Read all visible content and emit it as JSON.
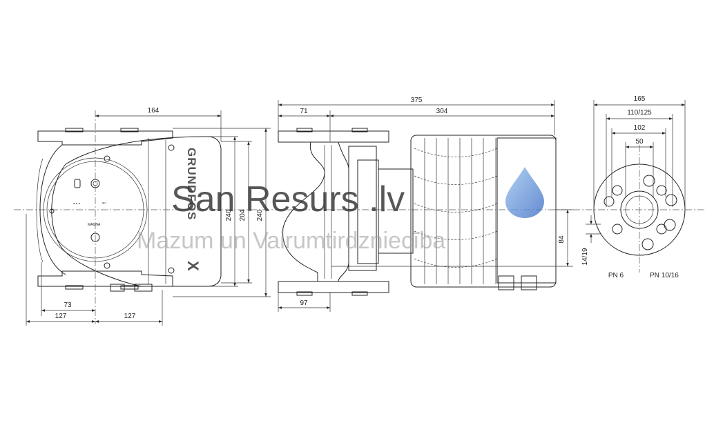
{
  "drawing": {
    "front_view": {
      "dim_top": "164",
      "dim_height_inner": "240",
      "dim_height_mid": "204",
      "dim_height_outer": "240",
      "dim_left_73": "73",
      "dim_bottom_left": "127",
      "dim_bottom_right": "127",
      "brand_text": "GRUNDFOS",
      "panel_label": "MAGNA"
    },
    "side_view": {
      "dim_total": "375",
      "dim_left": "71",
      "dim_right": "304",
      "dim_bottom": "97",
      "dim_vertical": "84"
    },
    "flange_view": {
      "dim_165": "165",
      "dim_110_125": "110/125",
      "dim_102": "102",
      "dim_50": "50",
      "dim_14_19": "14/19",
      "label_pn6": "PN 6",
      "label_pn10": "PN 10/16"
    }
  },
  "watermark": {
    "title": "San Resurs .lv",
    "subtitle": "Mazum un Vairumtirdzniecība",
    "drop_color": "#5a8fd6"
  }
}
